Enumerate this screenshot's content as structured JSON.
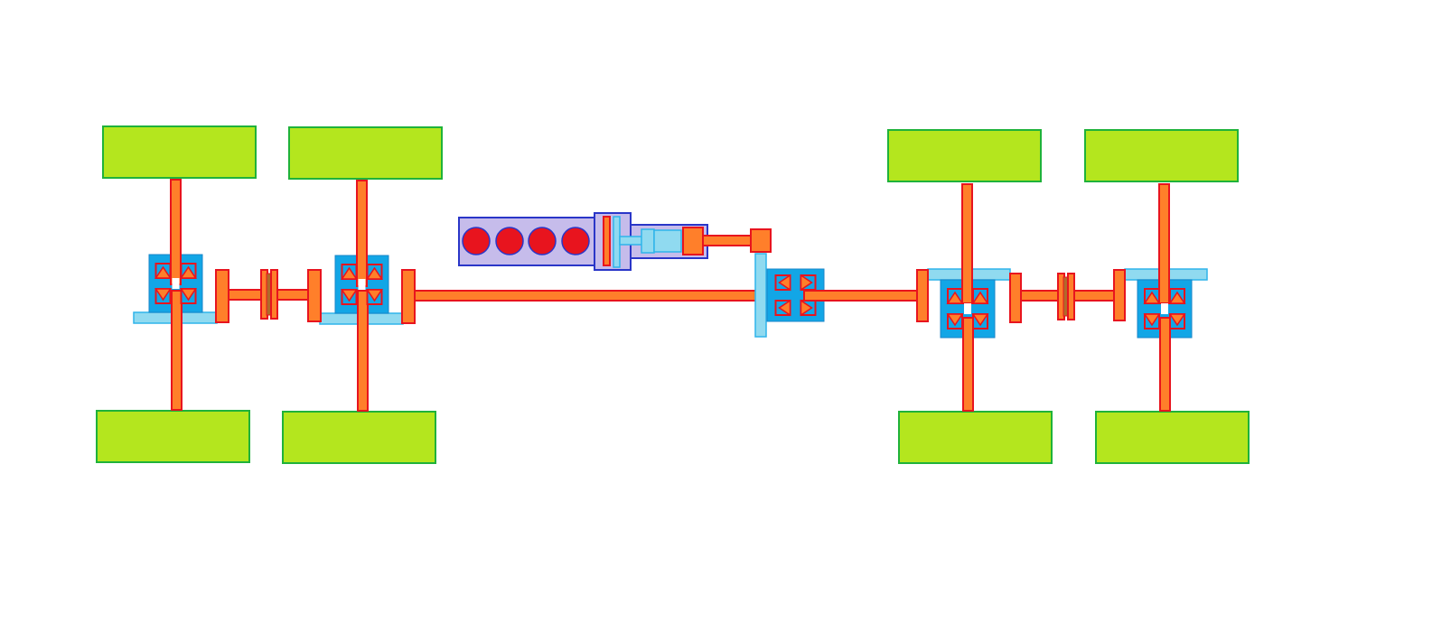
{
  "colors": {
    "background": "#ffffff",
    "wheel_fill": "#b4e61e",
    "wheel_stroke": "#1fb23a",
    "shaft_fill": "#ff7f2a",
    "shaft_stroke": "#e8141e",
    "diff_fill": "#12a6e6",
    "diff_stroke": "#1a86c8",
    "light_blue_fill": "#90daf0",
    "light_blue_stroke": "#2fb4ea",
    "engine_fill": "#c6bceb",
    "engine_stroke": "#2a36c8",
    "cylinder_fill": "#e8141e",
    "gear_tooth_fill": "#ff7f2a",
    "gear_tooth_stroke": "#e8141e",
    "brown_plate": "#b06a2a"
  },
  "components": {
    "wheels": [
      {
        "name": "front-axle-1-top-left-wheel"
      },
      {
        "name": "front-axle-1-bottom-left-wheel"
      },
      {
        "name": "front-axle-2-top-wheel"
      },
      {
        "name": "front-axle-2-bottom-wheel"
      },
      {
        "name": "rear-axle-1-top-wheel"
      },
      {
        "name": "rear-axle-1-bottom-wheel"
      },
      {
        "name": "rear-axle-2-top-wheel"
      },
      {
        "name": "rear-axle-2-bottom-wheel"
      }
    ],
    "engine": {
      "cylinders": 4
    },
    "differentials": [
      {
        "name": "front-axle-1-differential"
      },
      {
        "name": "front-axle-2-differential"
      },
      {
        "name": "transfer-case-differential"
      },
      {
        "name": "rear-axle-1-differential"
      },
      {
        "name": "rear-axle-2-differential"
      }
    ]
  }
}
